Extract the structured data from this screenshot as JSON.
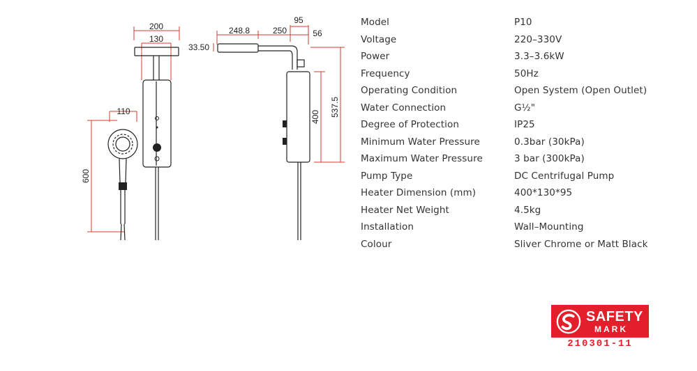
{
  "drawing": {
    "dimensions": {
      "top_width": "200",
      "top_inner": "130",
      "side_width": "110",
      "height_left": "600",
      "arm_length": "248.8",
      "arm_offset": "250",
      "top_right": "95",
      "right_offset": "56",
      "arm_height": "33.50",
      "body_height": "400",
      "total_height": "537.5"
    }
  },
  "specs": [
    {
      "label": "Model",
      "value": "P10"
    },
    {
      "label": "Voltage",
      "value": "220–330V"
    },
    {
      "label": "Power",
      "value": "3.3–3.6kW"
    },
    {
      "label": "Frequency",
      "value": "50Hz"
    },
    {
      "label": "Operating Condition",
      "value": "Open System (Open Outlet)"
    },
    {
      "label": "Water Connection",
      "value": "G½\""
    },
    {
      "label": "Degree of Protection",
      "value": "IP25"
    },
    {
      "label": "Minimum Water Pressure",
      "value": "0.3bar (30kPa)"
    },
    {
      "label": "Maximum Water Pressure",
      "value": "3 bar (300kPa)"
    },
    {
      "label": "Pump Type",
      "value": "DC Centrifugal Pump"
    },
    {
      "label": "Heater Dimension (mm)",
      "value": "400*130*95"
    },
    {
      "label": "Heater Net Weight",
      "value": "4.5kg"
    },
    {
      "label": "Installation",
      "value": "Wall–Mounting"
    },
    {
      "label": "Colour",
      "value": "Sliver Chrome or Matt Black"
    }
  ],
  "certification": {
    "line1": "SAFETY",
    "line2": "MARK",
    "number": "210301-11",
    "color": "#e21f2a"
  }
}
